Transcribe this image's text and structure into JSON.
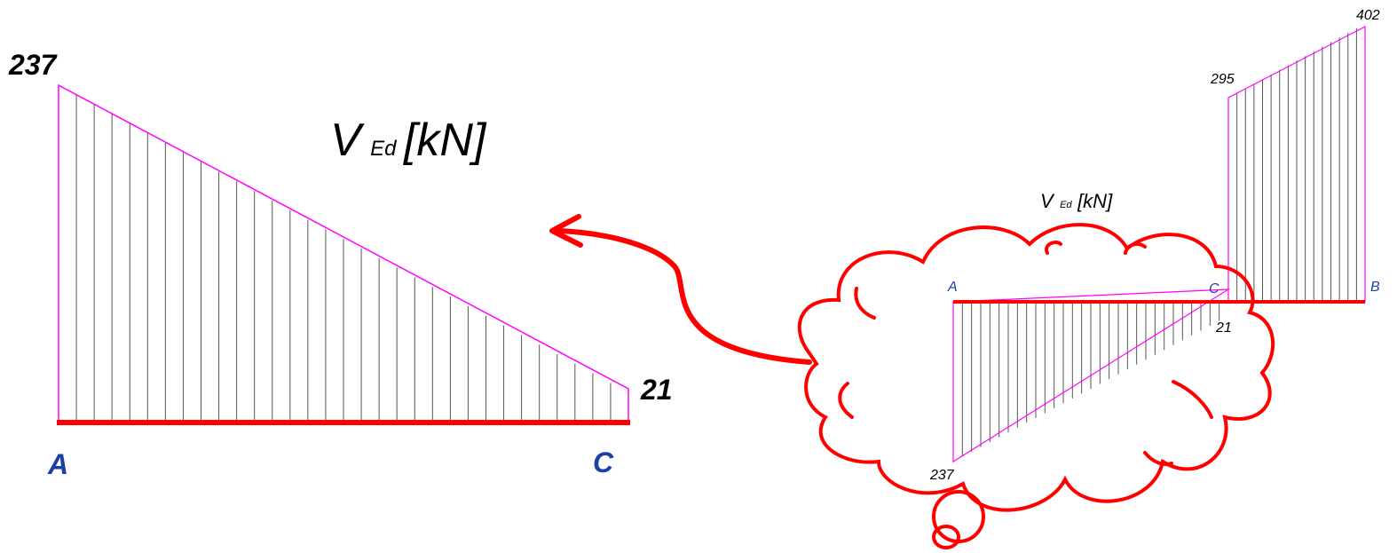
{
  "detail_diagram": {
    "title_symbol": "V",
    "title_subscript": "Ed",
    "title_unit": "[kN]",
    "start_value": "237",
    "end_value": "21",
    "node_start": "A",
    "node_end": "C",
    "values_kN": [
      237,
      21
    ]
  },
  "overview_diagram": {
    "title_symbol": "V",
    "title_subscript": "Ed",
    "title_unit": "[kN]",
    "label_A_value": "237",
    "label_C_value": "21",
    "label_C_right_value": "295",
    "label_B_value": "402",
    "node_A": "A",
    "node_C": "C",
    "node_B": "B",
    "segment_AC_kN": [
      -237,
      -21
    ],
    "segment_CB_kN": [
      295,
      402
    ]
  },
  "colors": {
    "beam": "#ff0000",
    "outline": "#ff00ff",
    "hatch": "#555555",
    "node_label": "#1a3fa8",
    "highlight": "#ff0000"
  }
}
